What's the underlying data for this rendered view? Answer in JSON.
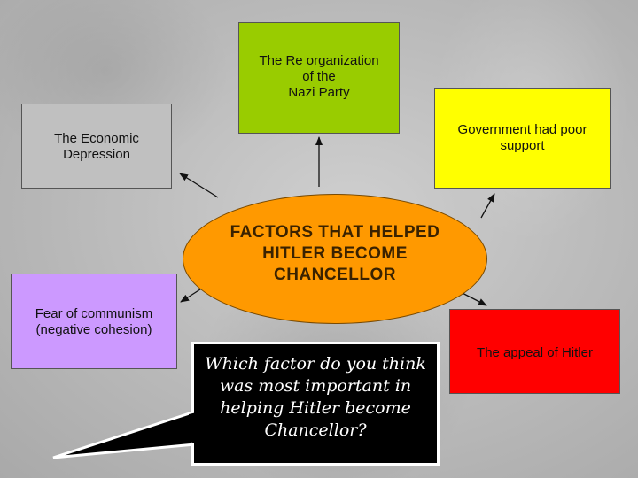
{
  "diagram": {
    "center": {
      "title": "Factors that helped Hitler become Chancellor"
    },
    "factors": [
      {
        "id": "reorg",
        "text": "The Re organization\nof the\nNazi Party",
        "color": "#99cc00"
      },
      {
        "id": "econ",
        "text": "The Economic\nDepression",
        "color": "#c0c0c0"
      },
      {
        "id": "gov",
        "text": "Government had poor\nsupport",
        "color": "#ffff00"
      },
      {
        "id": "comm",
        "text": "Fear of communism\n(negative cohesion)",
        "color": "#cc99ff"
      },
      {
        "id": "appeal",
        "text": "The appeal of Hitler",
        "color": "#ff0000"
      }
    ],
    "center_color": "#ff9900",
    "callout": {
      "text": "Which factor do you think was most important in helping Hitler become Chancellor?"
    }
  }
}
